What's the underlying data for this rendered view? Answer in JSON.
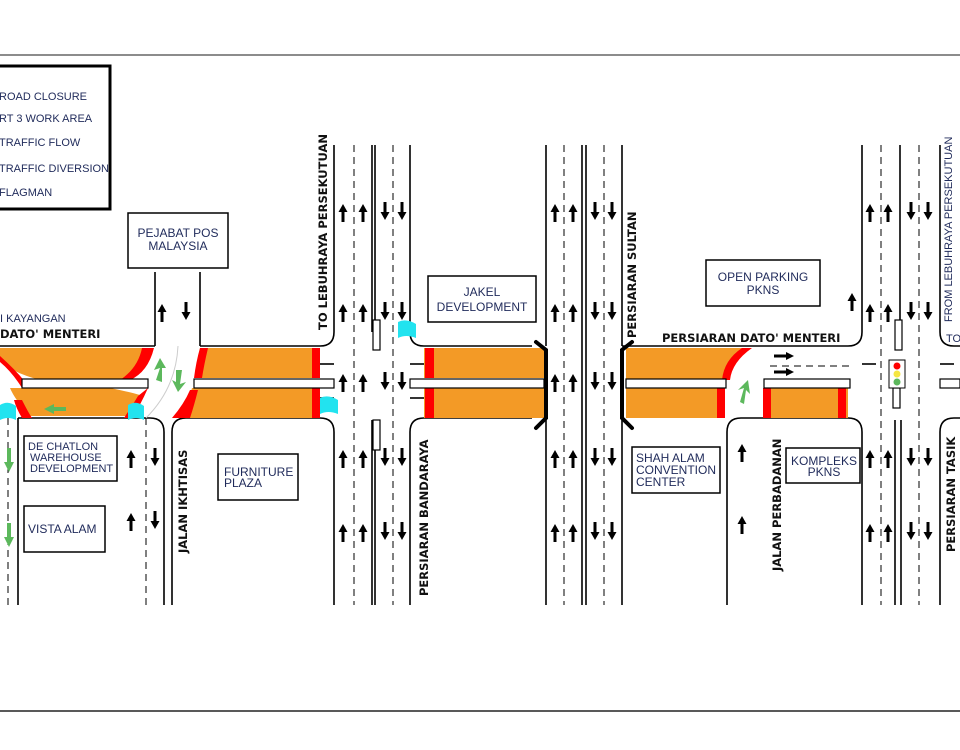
{
  "legend": {
    "items": [
      {
        "label": "ROAD CLOSURE",
        "icon": "road-closure-icon"
      },
      {
        "label": "RT 3 WORK AREA",
        "icon": "work-area-icon"
      },
      {
        "label": "TRAFFIC FLOW",
        "icon": "traffic-flow-icon"
      },
      {
        "label": "TRAFFIC DIVERSION",
        "icon": "traffic-diversion-icon"
      },
      {
        "label": "FLAGMAN",
        "icon": "flagman-icon"
      }
    ]
  },
  "buildings": {
    "pejabat_pos": [
      "PEJABAT POS",
      "MALAYSIA"
    ],
    "jakel": [
      "JAKEL",
      "DEVELOPMENT"
    ],
    "open_parking": [
      "OPEN PARKING",
      "PKNS"
    ],
    "de_chatlon": [
      "DE CHATLON",
      "WAREHOUSE",
      "DEVELOPMENT"
    ],
    "vista_alam": "VISTA ALAM",
    "furniture_plaza": [
      "FURNITURE",
      "PLAZA"
    ],
    "shah_alam_cc": [
      "SHAH ALAM",
      "CONVENTION",
      "CENTER"
    ],
    "kompleks_pkns": [
      "KOMPLEKS",
      "PKNS"
    ]
  },
  "roads": {
    "kayangan": "I KAYANGAN",
    "dato_menteri_left": "DATO' MENTERI",
    "dato_menteri_right": "PERSIARAN DATO' MENTERI",
    "to_lebuhraya": "TO LEBUHRAYA PERSEKUTUAN",
    "from_lebuhraya": "FROM LEBUHRAYA PERSEKUTUAN",
    "persiaran_sultan": "PERSIARAN SULTAN",
    "jalan_ikhtisas": "JALAN IKHTISAS",
    "persiaran_bandaraya": "PERSIARAN BANDARAYA",
    "jalan_perbadanan": "JALAN PERBADANAN",
    "persiaran_tasik": "PERSIARAN TASIK",
    "to_right_edge": "TO"
  },
  "colors": {
    "work_area": "#f39a26",
    "closure": "#ff0000",
    "flagman": "#22e3ef",
    "diversion": "#5cb85c",
    "flow": "#000000"
  }
}
